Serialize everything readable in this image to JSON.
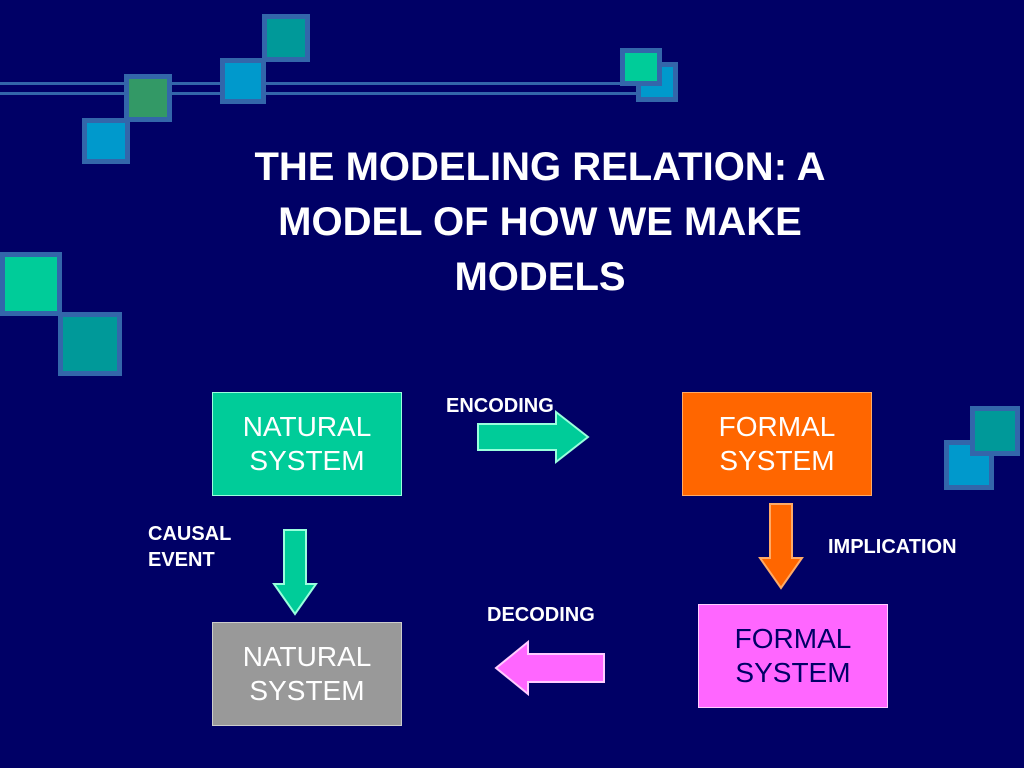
{
  "title": "THE MODELING RELATION: A MODEL OF HOW WE MAKE MODELS",
  "colors": {
    "background": "#000066",
    "natural_top": "#00cc99",
    "formal_top": "#ff6600",
    "natural_bottom": "#999999",
    "formal_bottom": "#ff66ff",
    "encoding_arrow": "#00cc99",
    "causal_arrow": "#00cc99",
    "implication_arrow": "#ff6600",
    "decoding_arrow": "#ff66ff"
  },
  "boxes": {
    "natural_top": "NATURAL\nSYSTEM",
    "formal_top": "FORMAL\nSYSTEM",
    "natural_bottom": "NATURAL\nSYSTEM",
    "formal_bottom": "FORMAL\nSYSTEM"
  },
  "labels": {
    "encoding": "ENCODING",
    "causal_event": "CAUSAL\nEVENT",
    "implication": "IMPLICATION",
    "decoding": "DECODING"
  }
}
